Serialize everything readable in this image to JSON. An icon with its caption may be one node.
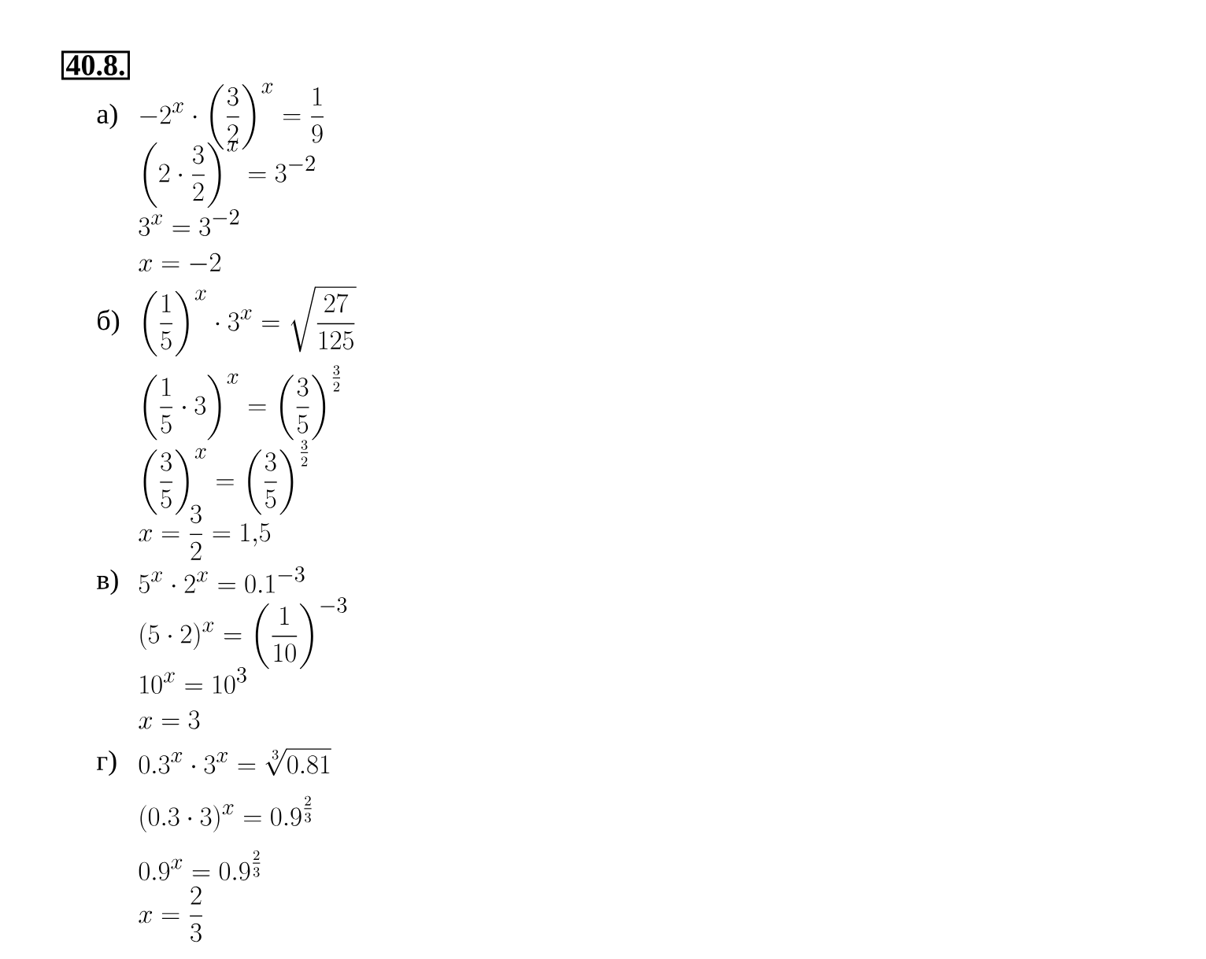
{
  "diagram": {
    "title": "40.8.",
    "labels": [
      "а)",
      "-2^x \\cdot \\left(\\frac{3}{2}\\right)^x = \\frac{1}{9}",
      "\\left(2 \\cdot \\frac{3}{2}\\right)^x = 3^{-2}",
      "3^x = 3^{-2}",
      "x = -2",
      "б)",
      "\\left(\\frac{1}{5}\\right)^x \\cdot 3^x = \\sqrt{\\frac{27}{125}}",
      "\\left(\\frac{1}{5} \\cdot 3\\right)^x = \\left(\\frac{3}{5}\\right)^{\\frac{3}{2}}",
      "\\left(\\frac{3}{5}\\right)^x = \\left(\\frac{3}{5}\\right)^{\\frac{3}{2}}",
      "x = \\frac{3}{2} = 1{,}5",
      "в)",
      "5^x \\cdot 2^x = 0.1^{-3}",
      "(5 \\cdot 2)^x = \\left(\\frac{1}{10}\\right)^{-3}",
      "10^x = 10^3",
      "x = 3",
      "г)",
      "0.3^x \\cdot 3^x = \\sqrt[3]{0.81}",
      "(0.3 \\cdot 3)^x = 0.9^{\\frac{2}{3}}",
      "0.9^x = 0.9^{\\frac{2}{3}}",
      "x = \\frac{2}{3}"
    ]
  }
}
